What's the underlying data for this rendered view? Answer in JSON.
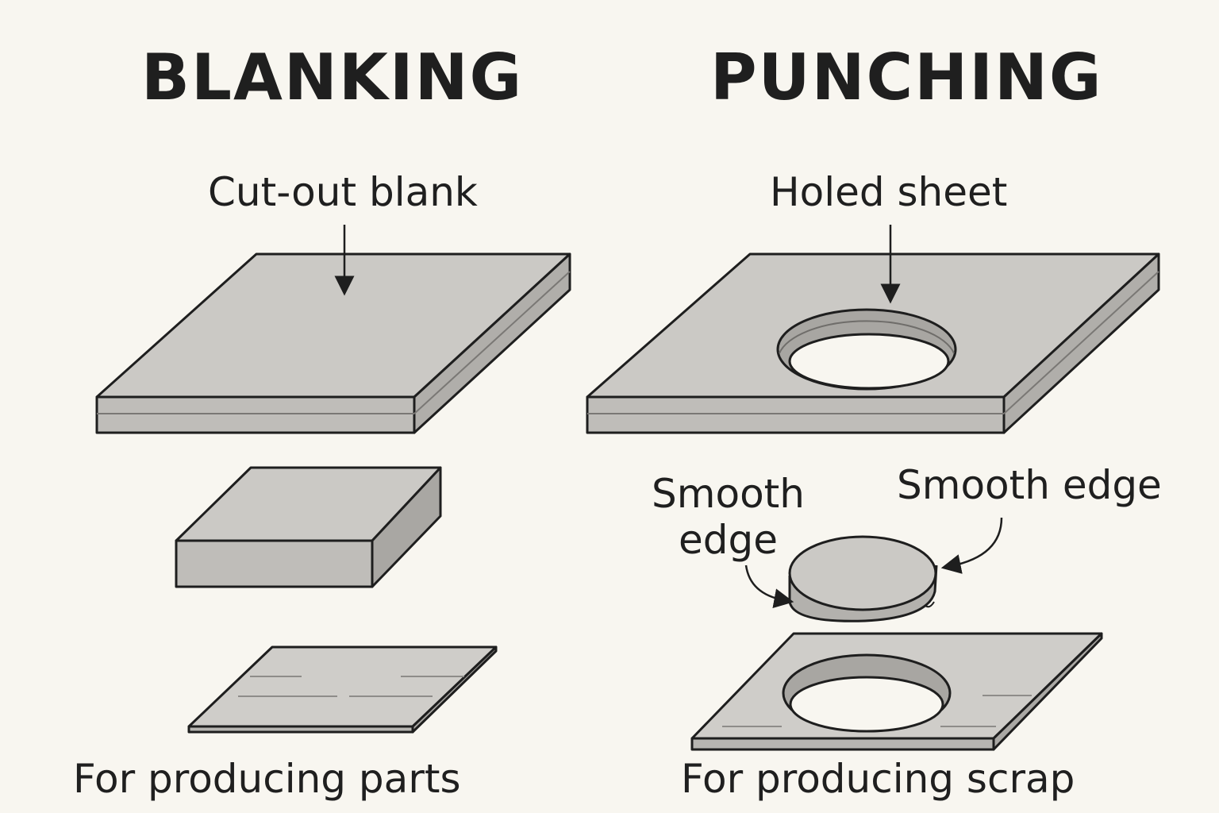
{
  "blanking": {
    "title": "BLANKING",
    "top_label": "Cut-out blank",
    "caption": "For producing parts"
  },
  "punching": {
    "title": "PUNCHING",
    "top_label": "Holed sheet",
    "left_edge_label": "Smooth edge",
    "right_edge_label": "Smooth edge",
    "caption": "For producing scrap"
  },
  "colors": {
    "background": "#f8f6f0",
    "metal_top": "#c9c7c3",
    "metal_side": "#b3b1ad",
    "outline": "#1e1e1e"
  }
}
